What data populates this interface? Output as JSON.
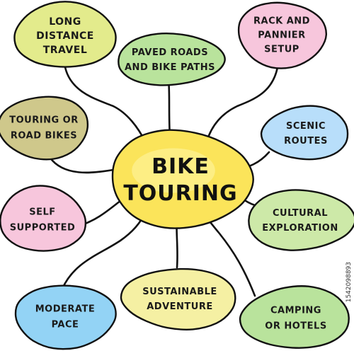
{
  "center": {
    "lines": [
      "BIKE",
      "TOURING"
    ],
    "color": "#fbe45a"
  },
  "nodes": [
    {
      "id": "long-distance-travel",
      "lines": [
        "LONG",
        "DISTANCE",
        "TRAVEL"
      ],
      "color": "#e3eb8c"
    },
    {
      "id": "paved-roads",
      "lines": [
        "PAVED ROADS",
        "AND BIKE PATHS"
      ],
      "color": "#b9e39c"
    },
    {
      "id": "rack-pannier",
      "lines": [
        "RACK AND",
        "PANNIER",
        "SETUP"
      ],
      "color": "#f7c6dc"
    },
    {
      "id": "touring-road-bikes",
      "lines": [
        "TOURING OR",
        "ROAD BIKES"
      ],
      "color": "#cfc88b"
    },
    {
      "id": "scenic-routes",
      "lines": [
        "SCENIC",
        "ROUTES"
      ],
      "color": "#b8defa"
    },
    {
      "id": "self-supported",
      "lines": [
        "SELF",
        "SUPPORTED"
      ],
      "color": "#f7c6dc"
    },
    {
      "id": "cultural-exploration",
      "lines": [
        "CULTURAL",
        "EXPLORATION"
      ],
      "color": "#cde9a8"
    },
    {
      "id": "moderate-pace",
      "lines": [
        "MODERATE",
        "PACE"
      ],
      "color": "#93d3f5"
    },
    {
      "id": "sustainable-adventure",
      "lines": [
        "SUSTAINABLE",
        "ADVENTURE"
      ],
      "color": "#f5f0a3"
    },
    {
      "id": "camping-hotels",
      "lines": [
        "CAMPING",
        "OR HOTELS"
      ],
      "color": "#b9e39c"
    }
  ],
  "watermark": "1542098893"
}
